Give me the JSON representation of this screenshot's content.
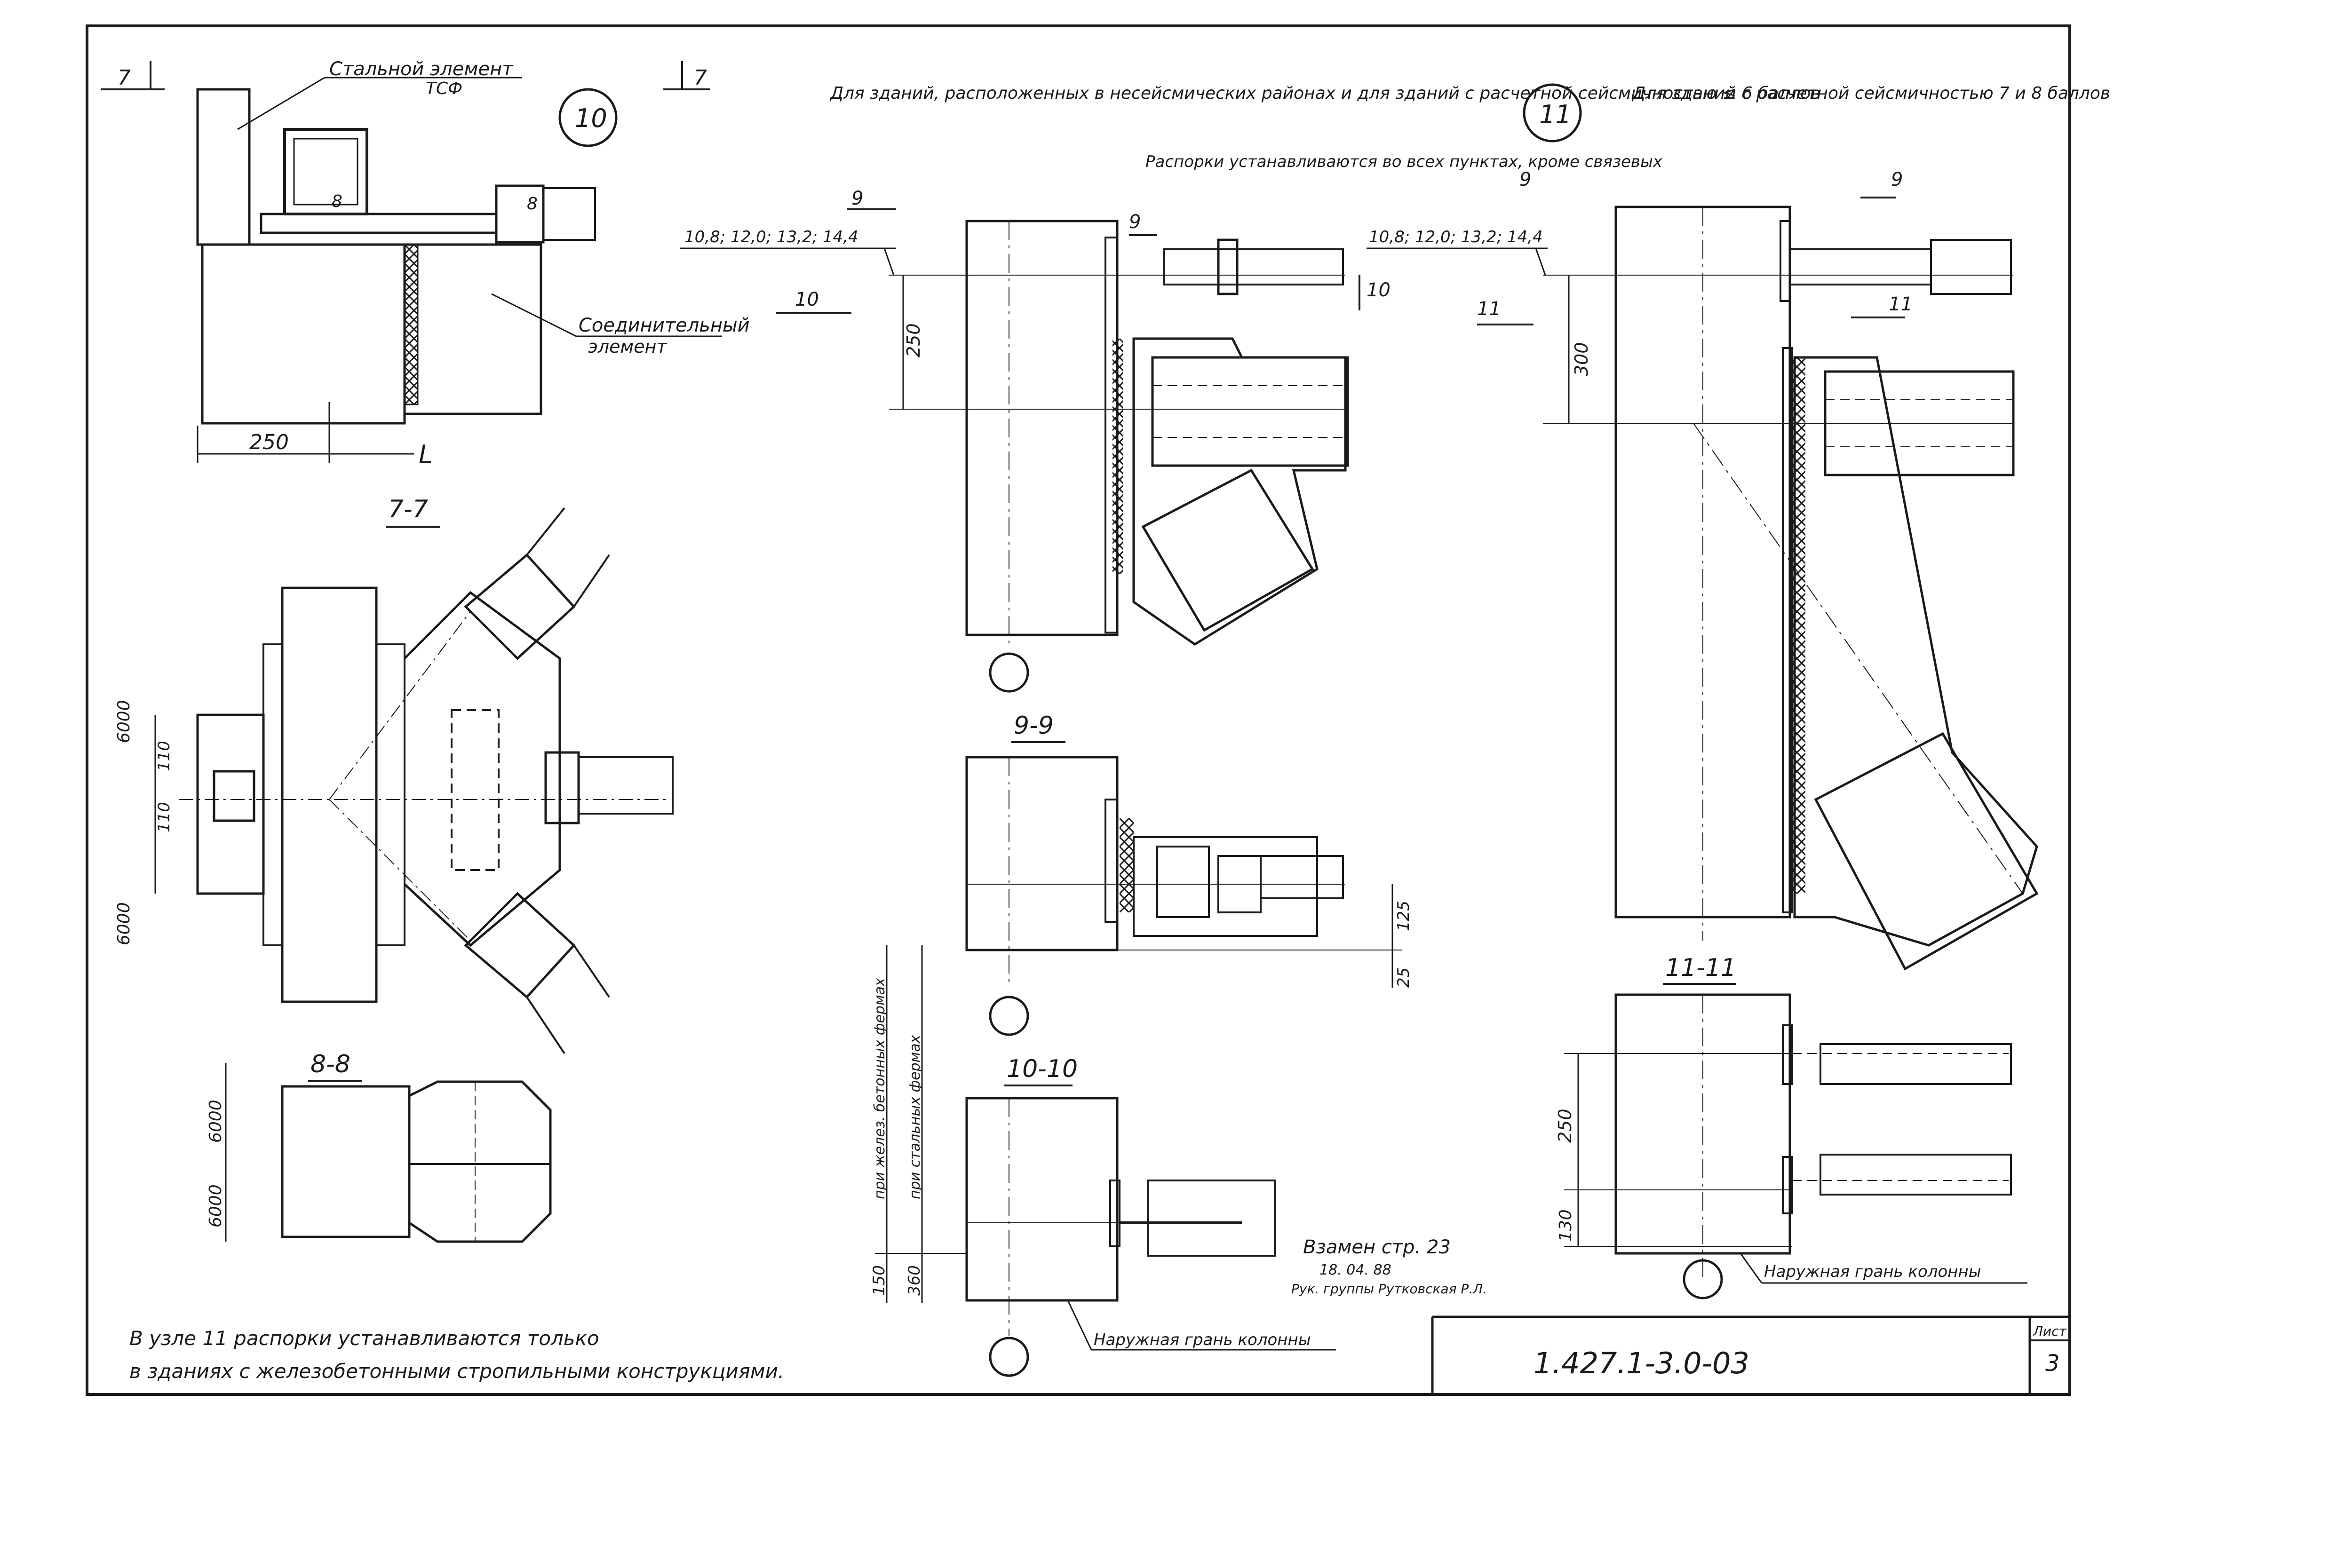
{
  "notes": {
    "node10_title": "Для зданий, расположенных в несейсмических районах и для зданий с расчетной сейсмичностью ≤ 6 баллов",
    "node11_title": "Для зданий с расчетной сейсмичностью 7 и 8 баллов",
    "spacers_note": "Распорки устанавливаются во всех пунктах, кроме связевых",
    "bottom_note_1": "В узле 11 распорки устанавливаются только",
    "bottom_note_2": "в зданиях с железобетонными стропильными конструкциями.",
    "steel_element": "Стальной элемент",
    "steel_element_code": "ТСФ",
    "connecting_element_1": "Соединительный",
    "connecting_element_2": "элемент",
    "outer_face_column": "Наружная грань колонны",
    "outer_face_column_2": "Наружная грань колонны",
    "for_steel_trusses": "при стальных фермах",
    "for_rc_trusses": "при желез. бетонных фермах",
    "replacement_1": "Взамен стр. 23",
    "replacement_2": "18. 04. 88",
    "replacement_3": "Рук. группы Рутковская Р.Л."
  },
  "nodes": {
    "n10": "10",
    "n11": "11"
  },
  "sections": {
    "s77": "7-7",
    "s88": "8-8",
    "s99": "9-9",
    "s1010": "10-10",
    "s1111": "11-11",
    "mark7a": "7",
    "mark7b": "7",
    "mark9a": "9",
    "mark9b": "9",
    "mark9c": "9",
    "mark9d": "9",
    "mark10a": "10",
    "mark10b": "10",
    "mark11a": "11",
    "mark11b": "11",
    "weld8a": "8",
    "weld8b": "8"
  },
  "dims": {
    "d250a": "250",
    "dL": "L",
    "d250b": "250",
    "d300": "300",
    "d250c": "250",
    "d130": "130",
    "d150": "150",
    "d360": "360",
    "d125": "125",
    "d25": "25",
    "d110a": "110",
    "d110b": "110",
    "d6000a": "6000",
    "d6000b": "6000",
    "d6000c": "6000",
    "d6000d": "6000",
    "heights_a": "10,8; 12,0; 13,2; 14,4",
    "heights_b": "10,8; 12,0; 13,2; 14,4"
  },
  "titleblock": {
    "code": "1.427.1-3.0-03",
    "sheet_label": "Лист",
    "sheet_no": "3"
  }
}
